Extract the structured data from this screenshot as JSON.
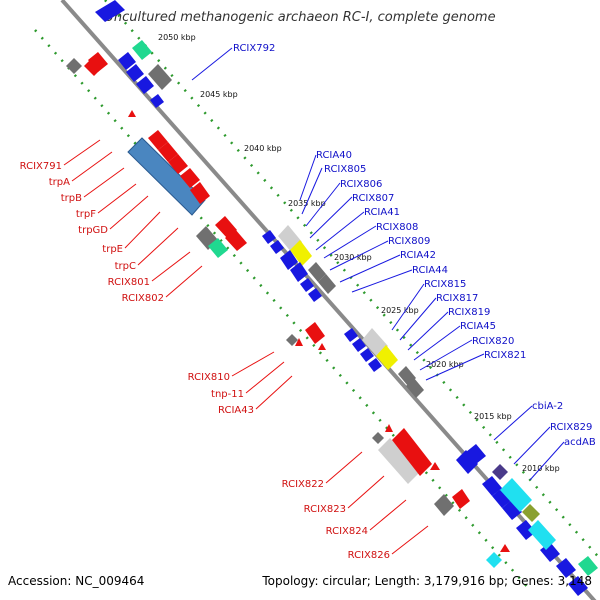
{
  "title": "Uncultured methanogenic archaeon RC-I, complete genome",
  "accession": "Accession: NC_009464",
  "topology": "Topology: circular; Length: 3,179,916 bp; Genes: 3,148",
  "colors": {
    "backbone": "#8a8a8a",
    "ticks": "#2e9a2e",
    "forward_gene": "#e81010",
    "reverse_gene": "#1818e0",
    "other_gene": "#707070",
    "rna": "#20d890",
    "operon_box": "#4a86c0",
    "pale_box": "#cfcfcf",
    "yellow": "#f0f000",
    "cyan": "#20e0f0",
    "olive": "#8aa030",
    "purple": "#4a3a8a"
  },
  "kbp_ticks": [
    "2050 kbp",
    "2045 kbp",
    "2040 kbp",
    "2035 kbp",
    "2030 kbp",
    "2025 kbp",
    "2020 kbp",
    "2015 kbp",
    "2010 kbp"
  ],
  "left_labels": [
    "RCIX791",
    "trpA",
    "trpB",
    "trpF",
    "trpGD",
    "trpE",
    "trpC",
    "RCIX801",
    "RCIX802",
    "RCIX810",
    "tnp-11",
    "RCIA43",
    "RCIX822",
    "RCIX823",
    "RCIX824",
    "RCIX826"
  ],
  "right_labels": [
    "RCIX792",
    "RCIA40",
    "RCIX805",
    "RCIX806",
    "RCIX807",
    "RCIA41",
    "RCIX808",
    "RCIX809",
    "RCIA42",
    "RCIA44",
    "RCIX815",
    "RCIX817",
    "RCIX819",
    "RCIA45",
    "RCIX820",
    "RCIX821",
    "cbiA-2",
    "RCIX829",
    "acdAB"
  ]
}
